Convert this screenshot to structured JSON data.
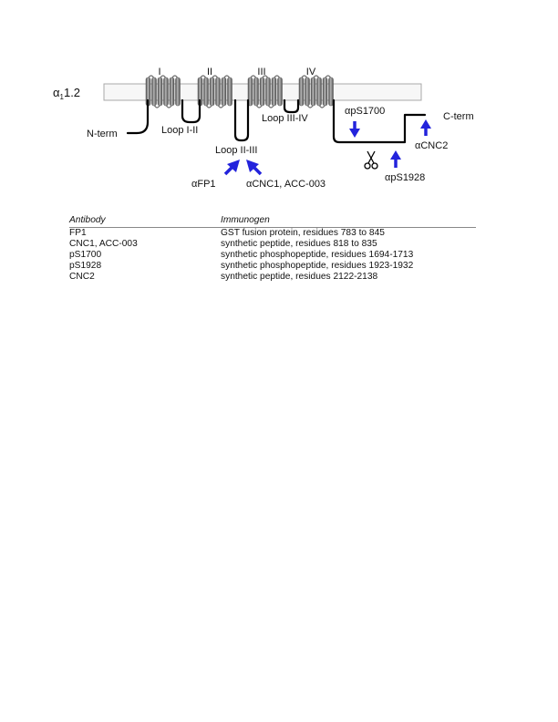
{
  "diagram": {
    "channel_label": "α",
    "channel_subscript": "1",
    "channel_suffix": "1.2",
    "domains": [
      "I",
      "II",
      "III",
      "IV"
    ],
    "n_term": "N-term",
    "c_term": "C-term",
    "loops": [
      "Loop I-II",
      "Loop II-III",
      "Loop III-IV"
    ],
    "antibody_labels": [
      "αpS1700",
      "αCNC2",
      "αpS1928",
      "αFP1",
      "αCNC1, ACC-003"
    ],
    "colors": {
      "arrow": "#2323dc",
      "segment": "#707070",
      "membrane": "#f7f7f7"
    },
    "icons": {
      "cleavage": "scissors-icon"
    }
  },
  "table": {
    "headers": [
      "Antibody",
      "Immunogen"
    ],
    "rows": [
      [
        "FP1",
        "GST fusion protein, residues 783 to 845"
      ],
      [
        "CNC1, ACC-003",
        "synthetic peptide, residues 818 to 835"
      ],
      [
        "pS1700",
        "synthetic phosphopeptide, residues 1694-1713"
      ],
      [
        "pS1928",
        "synthetic phosphopeptide, residues 1923-1932"
      ],
      [
        "CNC2",
        "synthetic peptide, residues 2122-2138"
      ]
    ]
  }
}
